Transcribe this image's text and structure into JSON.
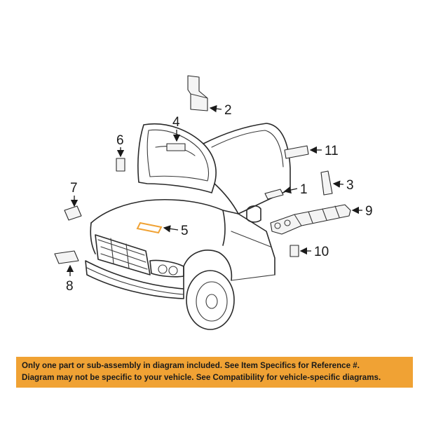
{
  "callouts": [
    {
      "id": "1",
      "label": "1"
    },
    {
      "id": "2",
      "label": "2"
    },
    {
      "id": "3",
      "label": "3"
    },
    {
      "id": "4",
      "label": "4"
    },
    {
      "id": "5",
      "label": "5"
    },
    {
      "id": "6",
      "label": "6"
    },
    {
      "id": "7",
      "label": "7"
    },
    {
      "id": "8",
      "label": "8"
    },
    {
      "id": "9",
      "label": "9"
    },
    {
      "id": "10",
      "label": "10"
    },
    {
      "id": "11",
      "label": "11"
    }
  ],
  "highlight_color": "#f0a234",
  "disclaimer": {
    "line1": "Only one part or sub-assembly in diagram included. See Item Specifics for Reference #.",
    "line2": "Diagram may not be specific to your vehicle. See Compatibility for vehicle-specific diagrams.",
    "background": "#f0a234"
  }
}
